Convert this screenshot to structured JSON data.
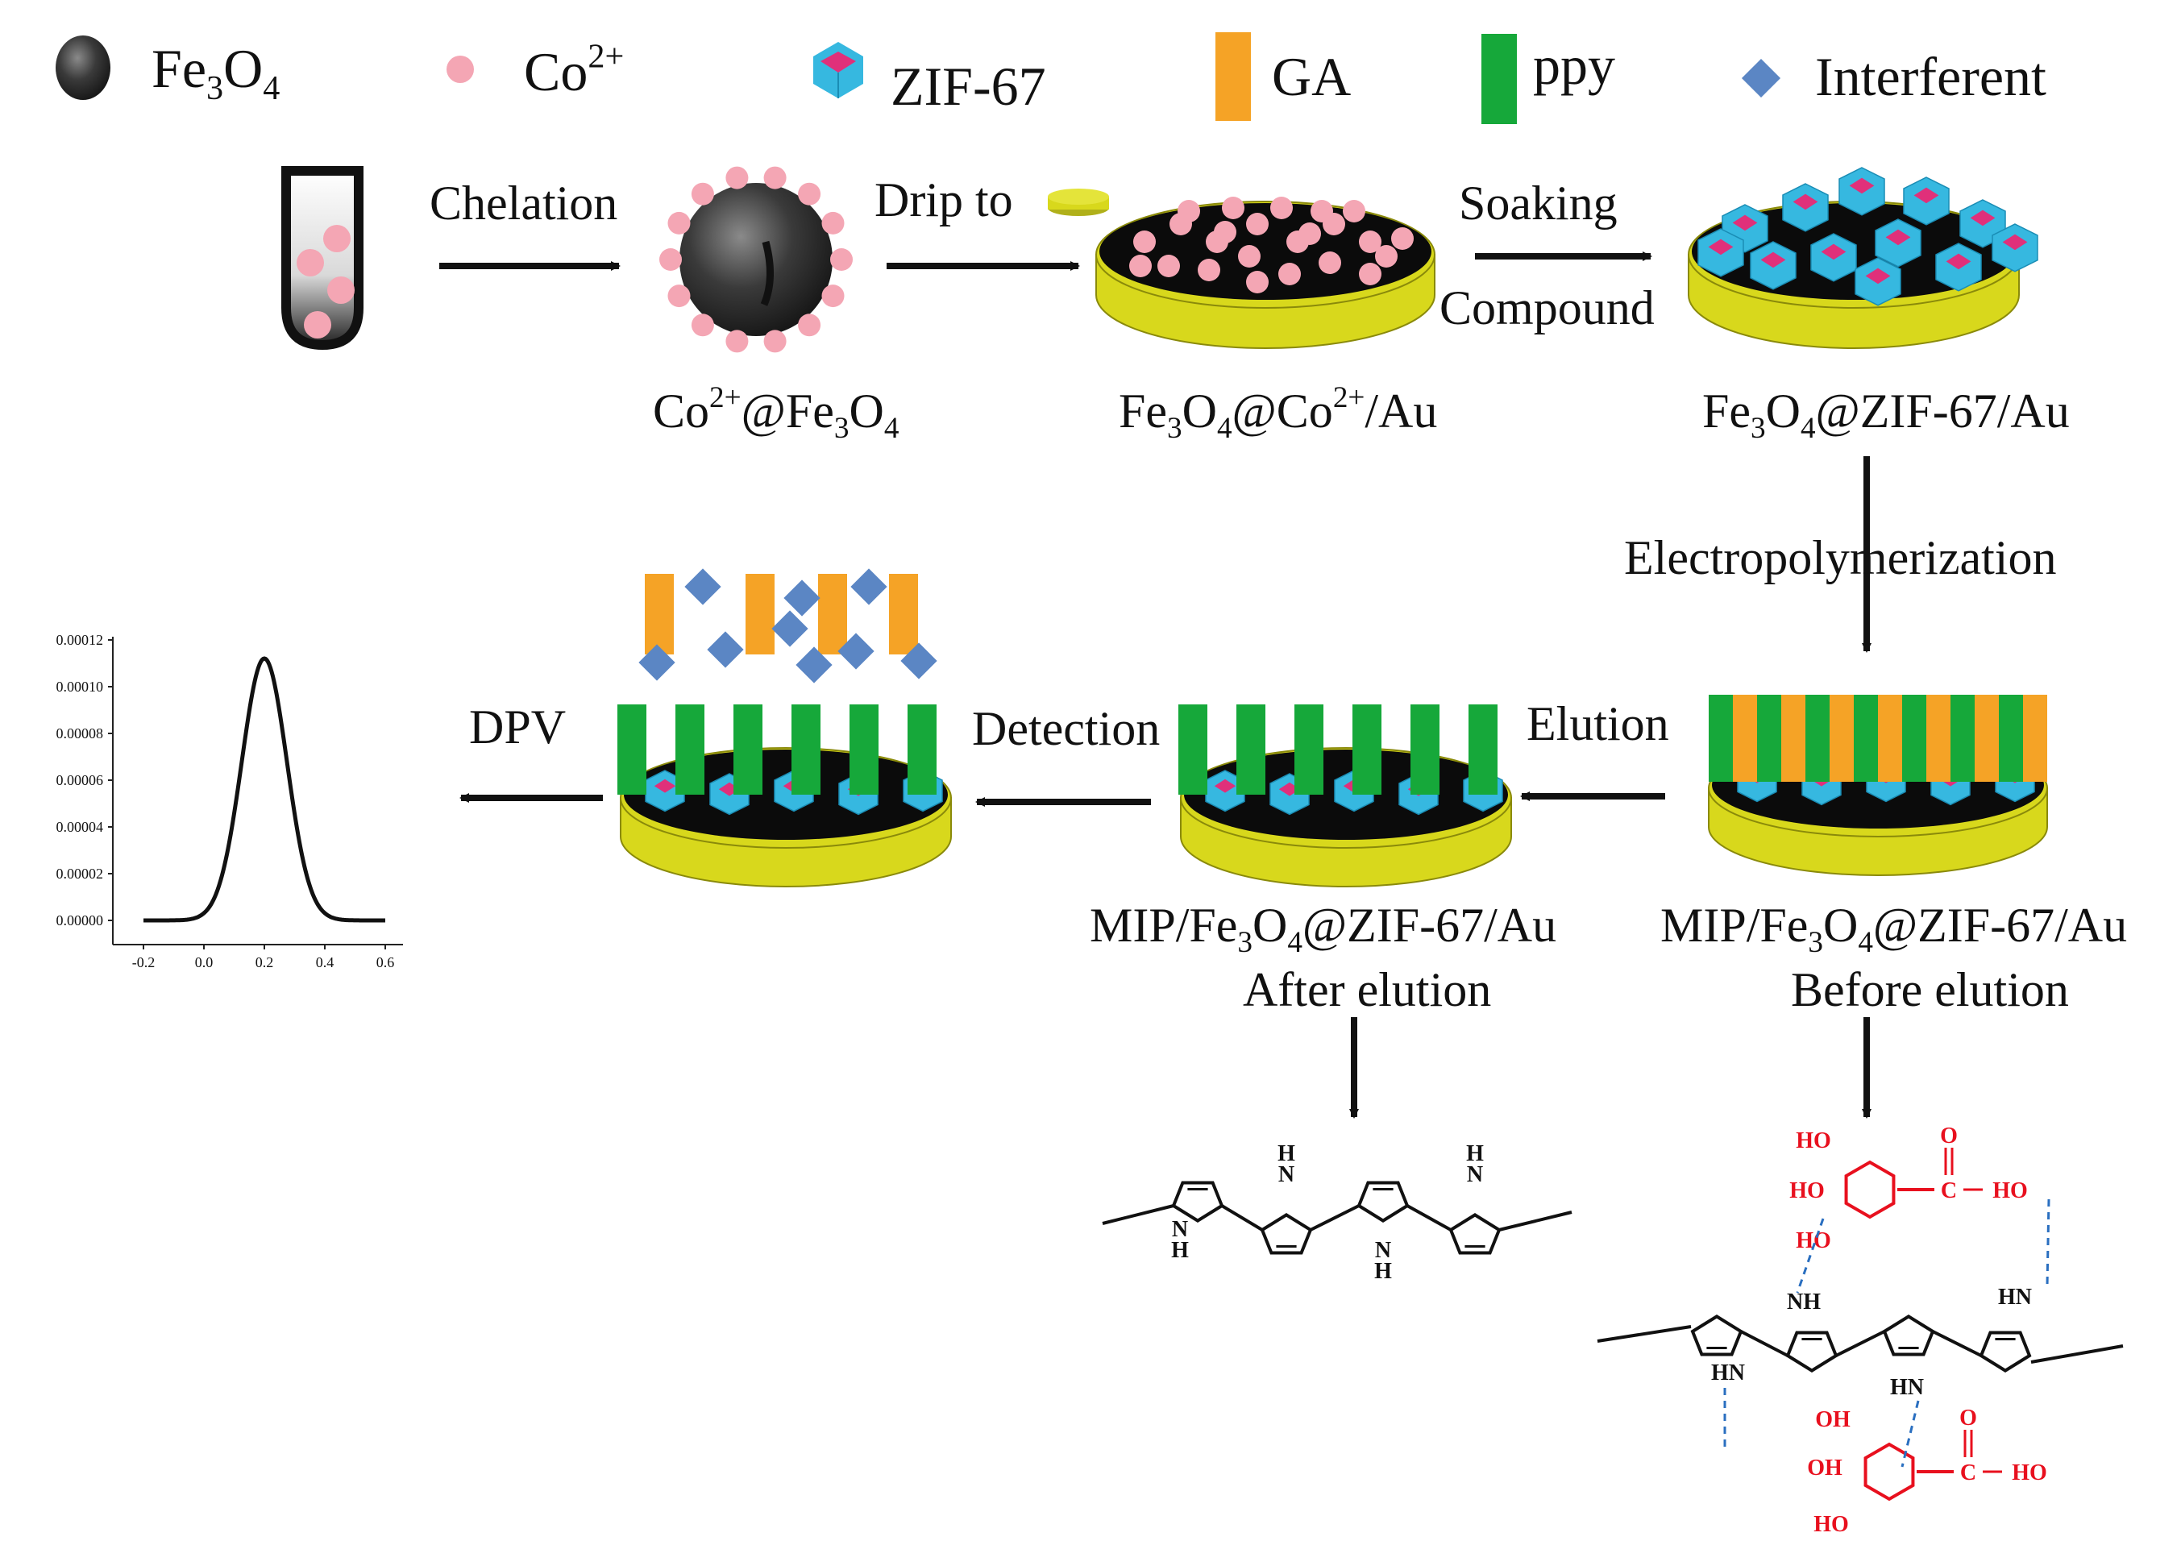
{
  "legend": [
    {
      "key": "fe3o4",
      "parts": [
        [
          "Fe",
          ""
        ],
        [
          "3",
          "sub"
        ],
        [
          "O",
          ""
        ],
        [
          "4",
          "sub"
        ]
      ]
    },
    {
      "key": "co",
      "parts": [
        [
          "Co",
          ""
        ],
        [
          "2+",
          "sup"
        ]
      ]
    },
    {
      "key": "zif",
      "parts": [
        [
          "ZIF-67",
          ""
        ]
      ]
    },
    {
      "key": "ga",
      "parts": [
        [
          "GA",
          ""
        ]
      ]
    },
    {
      "key": "ppy",
      "parts": [
        [
          "ppy",
          ""
        ]
      ]
    },
    {
      "key": "interferent",
      "parts": [
        [
          "Interferent",
          ""
        ]
      ]
    }
  ],
  "steps": {
    "chelation": "Chelation",
    "drip_to": "Drip to",
    "soaking": "Soaking",
    "compound": "Compound",
    "electropolymerization": "Electropolymerization",
    "elution": "Elution",
    "detection": "Detection",
    "dpv": "DPV"
  },
  "products": {
    "co_fe3o4": [
      [
        "Co",
        ""
      ],
      [
        "2+",
        "sup"
      ],
      [
        "@Fe",
        ""
      ],
      [
        "3",
        "sub"
      ],
      [
        "O",
        ""
      ],
      [
        "4",
        "sub"
      ]
    ],
    "fe3o4_co_au": [
      [
        "Fe",
        ""
      ],
      [
        "3",
        "sub"
      ],
      [
        "O",
        ""
      ],
      [
        "4",
        "sub"
      ],
      [
        "@Co",
        ""
      ],
      [
        "2+",
        "sup"
      ],
      [
        "/Au",
        ""
      ]
    ],
    "fe3o4_zif_au": [
      [
        "Fe",
        ""
      ],
      [
        "3",
        "sub"
      ],
      [
        "O",
        ""
      ],
      [
        "4",
        "sub"
      ],
      [
        "@ZIF-67/Au",
        ""
      ]
    ],
    "mip_after": [
      [
        "MIP/Fe",
        ""
      ],
      [
        "3",
        "sub"
      ],
      [
        "O",
        ""
      ],
      [
        "4",
        "sub"
      ],
      [
        "@ZIF-67/Au",
        ""
      ]
    ],
    "mip_before": [
      [
        "MIP/Fe",
        ""
      ],
      [
        "3",
        "sub"
      ],
      [
        "O",
        ""
      ],
      [
        "4",
        "sub"
      ],
      [
        "@ZIF-67/Au",
        ""
      ]
    ],
    "after_elution": "After elution",
    "before_elution": "Before elution"
  },
  "dpv_plot": {
    "y_ticks": [
      "0.00000",
      "0.00002",
      "0.00004",
      "0.00006",
      "0.00008",
      "0.00010",
      "0.00012"
    ],
    "x_ticks": [
      "-0.2",
      "0.0",
      "0.2",
      "0.4",
      "0.6"
    ]
  },
  "chemistry": {
    "nh": "NH",
    "hn": "HN",
    "n": "N",
    "h": "H",
    "ho": "HO",
    "oh": "OH",
    "o": "O",
    "c": "C"
  },
  "colors": {
    "gold": "#d8d81c",
    "gold_dark": "#a9a90d",
    "pink": "#f4a6b4",
    "cyan": "#36b8e0",
    "magenta": "#e0307a",
    "orange": "#f5a326",
    "green": "#16a83a",
    "blue_diamond": "#5b86c4",
    "red": "#e8101e",
    "dashed": "#2a6fc0"
  }
}
